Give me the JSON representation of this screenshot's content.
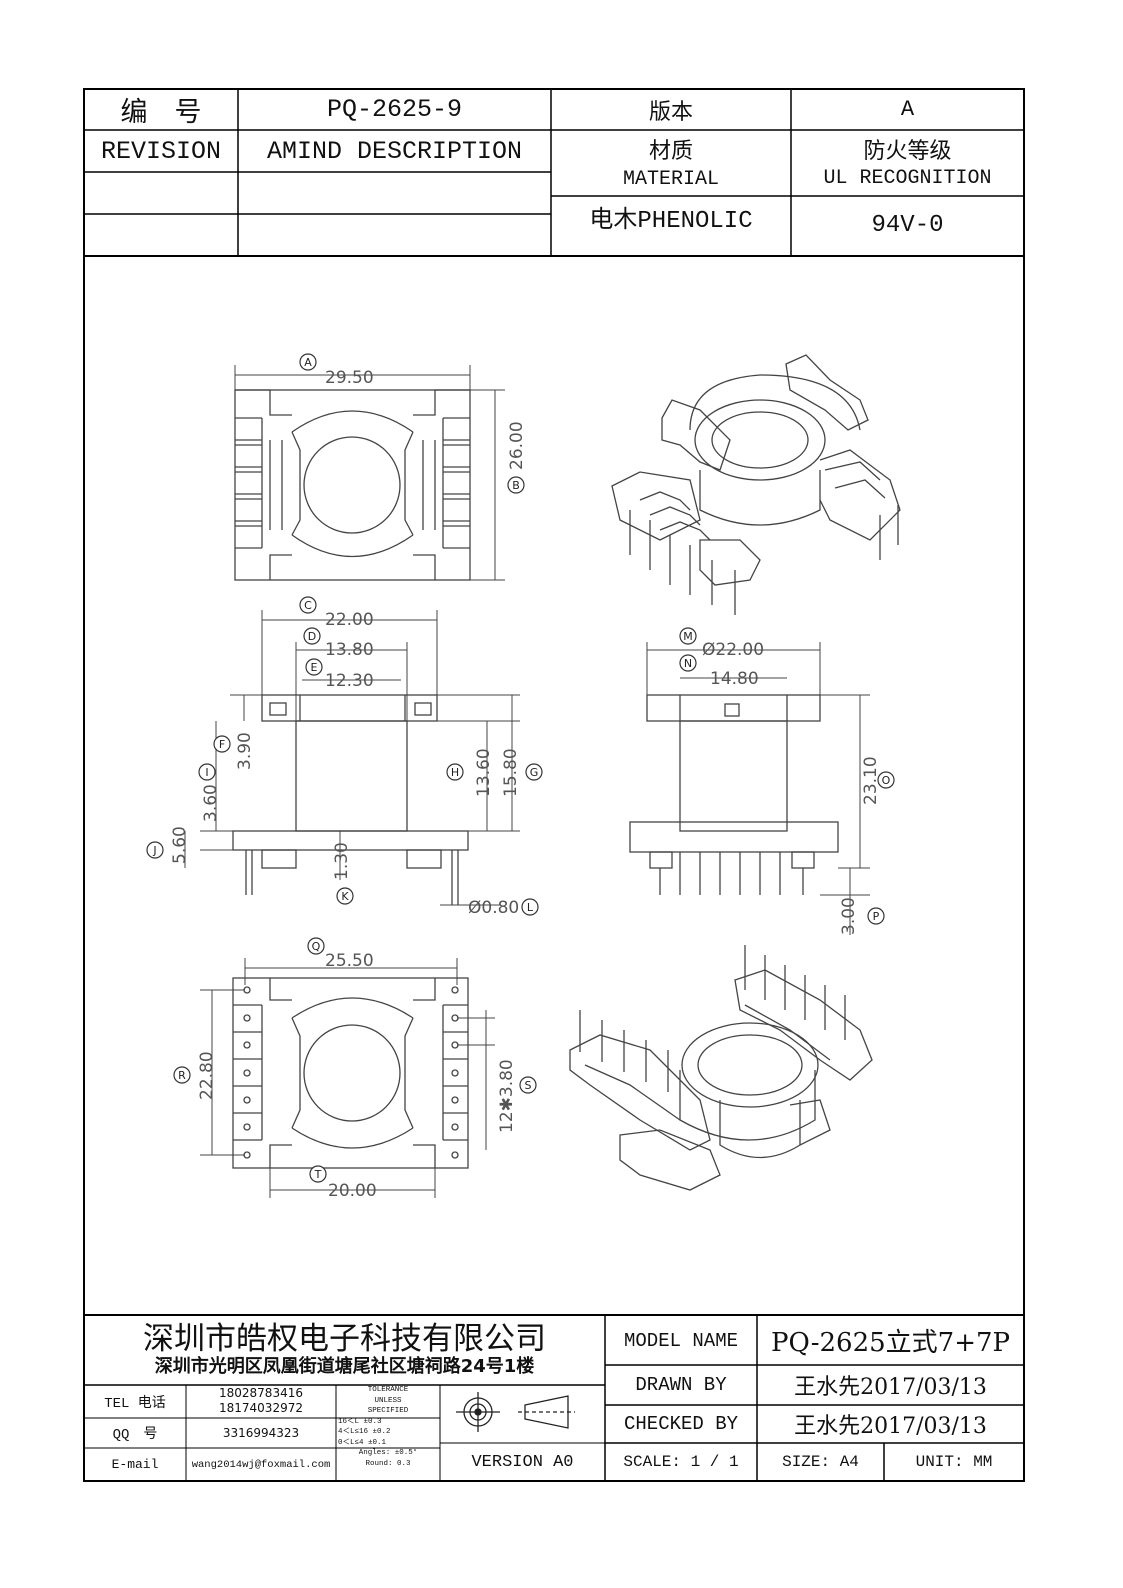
{
  "header": {
    "number_label": "编　号",
    "part_number": "PQ-2625-9",
    "version_label": "版本",
    "version_value": "A",
    "revision_label": "REVISION",
    "amend_label": "AMIND DESCRIPTION",
    "material_cn": "材质",
    "material_en": "MATERIAL",
    "ul_cn": "防火等级",
    "ul_en": "UL RECOGNITION",
    "material_value": "电木PHENOLIC",
    "ul_value": "94V-0"
  },
  "drawing": {
    "top_view": {
      "A_letter": "A",
      "A_value": "29.50",
      "B_letter": "B",
      "B_value": "26.00"
    },
    "front_view": {
      "C_letter": "C",
      "C_value": "22.00",
      "D_letter": "D",
      "D_value": "13.80",
      "E_letter": "E",
      "E_value": "12.30",
      "F_letter": "F",
      "F_value": "3.90",
      "I_letter": "I",
      "I_value": "3.60",
      "J_letter": "J",
      "J_value": "5.60",
      "H_letter": "H",
      "H_value": "13.60",
      "G_letter": "G",
      "G_value": "15.80",
      "K_letter": "K",
      "K_value": "1.30",
      "L_letter": "L",
      "L_value": "Ø0.80"
    },
    "side_view": {
      "M_letter": "M",
      "M_value": "Ø22.00",
      "N_letter": "N",
      "N_value": "14.80",
      "O_letter": "O",
      "O_value": "23.10",
      "P_letter": "P",
      "P_value": "3.00"
    },
    "bottom_view": {
      "Q_letter": "Q",
      "Q_value": "25.50",
      "R_letter": "R",
      "R_value": "22.80",
      "S_letter": "S",
      "S_value": "12✱3.80",
      "T_letter": "T",
      "T_value": "20.00"
    }
  },
  "title_block": {
    "company": "深圳市皓权电子科技有限公司",
    "address": "深圳市光明区凤凰街道塘尾社区塘祠路24号1楼",
    "tel_label": "TEL 电话",
    "tel_1": "18028783416",
    "tel_2": "18174032972",
    "qq_label": "QQ　号",
    "qq_value": "3316994323",
    "email_label": "E-mail",
    "email_value": "wang2014wj@foxmail.com",
    "tolerance_lines": [
      "TOLERANCE",
      "UNLESS",
      "SPECIFIED",
      "16＜L        ±0.3",
      "4＜L≤16     ±0.2",
      "0＜L≤4      ±0.1",
      "Angles: ±0.5°",
      "Round: 0.3"
    ],
    "version_text": "VERSION A0",
    "model_name_label": "MODEL NAME",
    "model_name_value": "PQ-2625立式7+7P",
    "drawn_by_label": "DRAWN BY",
    "drawn_by_value": "王水先2017/03/13",
    "checked_by_label": "CHECKED BY",
    "checked_by_value": "王水先2017/03/13",
    "scale_text": "SCALE: 1 / 1",
    "size_text": "SIZE: A4",
    "unit_text": "UNIT: MM"
  }
}
